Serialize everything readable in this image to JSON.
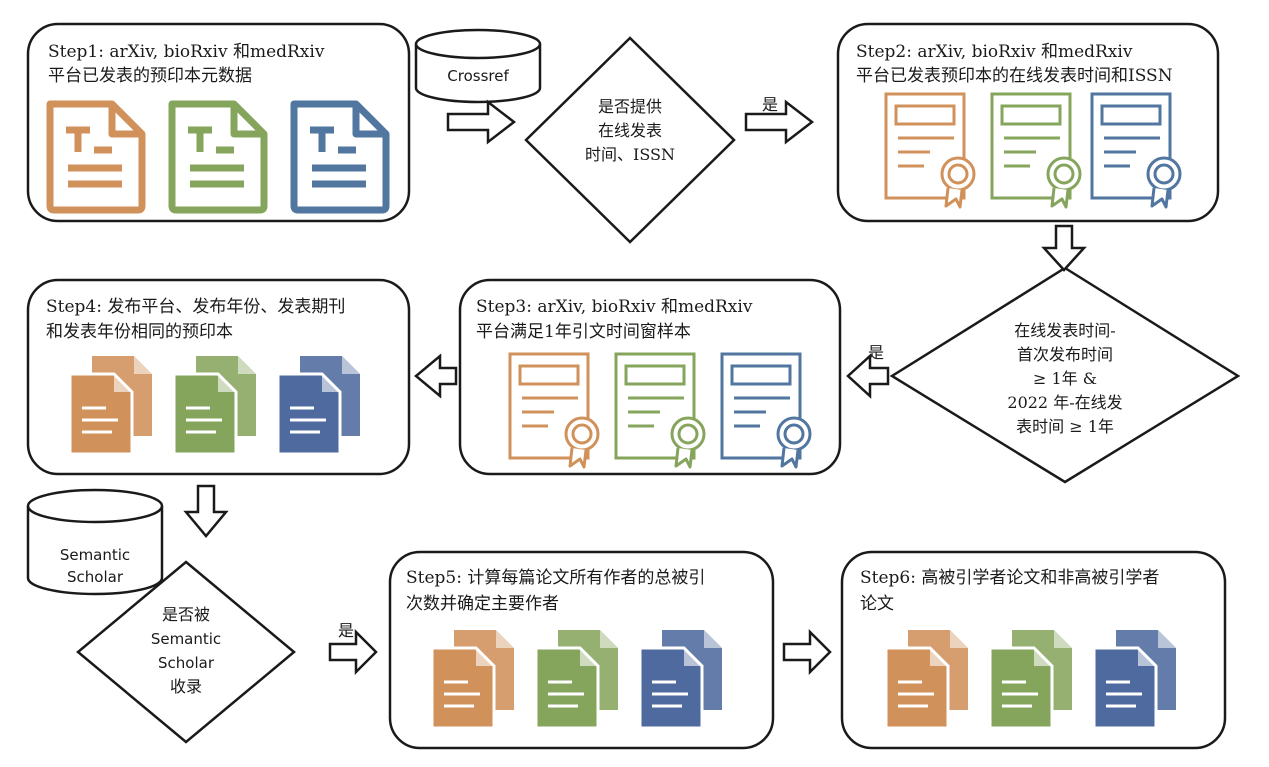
{
  "colors": {
    "orange": "#D0915B",
    "green": "#86A55C",
    "blue": "#5176A0",
    "navy": "#4E6A9E",
    "ink": "#1a1a1a"
  },
  "steps": {
    "step1": {
      "line1": "Step1: arXiv, bioRxiv 和medRxiv",
      "line2": "平台已发表的预印本元数据"
    },
    "step2": {
      "line1": "Step2: arXiv, bioRxiv 和medRxiv",
      "line2": "平台已发表预印本的在线发表时间和ISSN"
    },
    "step3": {
      "line1": "Step3: arXiv, bioRxiv 和medRxiv",
      "line2": "平台满足1年引文时间窗样本"
    },
    "step4": {
      "line1": "Step4: 发布平台、发布年份、发表期刊",
      "line2": "和发表年份相同的预印本"
    },
    "step5": {
      "line1": "Step5:  计算每篇论文所有作者的总被引",
      "line2": "次数并确定主要作者"
    },
    "step6": {
      "line1": "Step6: 高被引学者论文和非高被引学者",
      "line2": "论文"
    }
  },
  "databases": {
    "crossref": {
      "label": "Crossref"
    },
    "semantic": {
      "line1": "Semantic",
      "line2": "Scholar"
    }
  },
  "decisions": {
    "d1": {
      "line1": "是否提供",
      "line2": "在线发表",
      "line3": "时间、ISSN"
    },
    "d2": {
      "line1": "在线发表时间-",
      "line2": "首次发布时间",
      "line3": "≥  1年  &",
      "line4": "2022 年-在线发",
      "line5": "表时间  ≥  1年"
    },
    "d3": {
      "line1": "是否被",
      "line2": "Semantic",
      "line3": "Scholar",
      "line4": "收录"
    }
  },
  "arrow_labels": {
    "yes1": "是",
    "yes2": "是",
    "yes3": "是"
  },
  "icons": {
    "step1": [
      "document-icon",
      "document-icon",
      "document-icon"
    ],
    "step2": [
      "certificate-icon",
      "certificate-icon",
      "certificate-icon"
    ],
    "step3": [
      "certificate-icon",
      "certificate-icon",
      "certificate-icon"
    ],
    "step4": [
      "files-icon",
      "files-icon",
      "files-icon"
    ],
    "step5": [
      "files-icon",
      "files-icon",
      "files-icon"
    ],
    "step6": [
      "files-icon",
      "files-icon",
      "files-icon"
    ]
  }
}
